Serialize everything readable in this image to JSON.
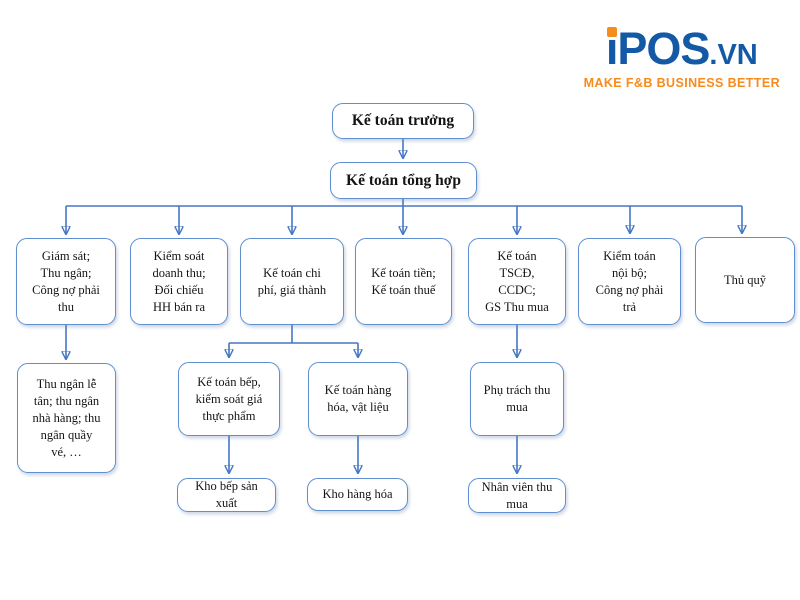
{
  "logo": {
    "i_char": "ı",
    "main": "POS",
    "suffix": ".vn",
    "tagline": "MAKE F&B BUSINESS BETTER",
    "brand_blue": "#1359A6",
    "brand_orange": "#F68B1E"
  },
  "diagram": {
    "type": "org-chart",
    "box_border_color": "#5E8FD1",
    "connector_color": "#4577C6",
    "text_color": "#141414"
  },
  "nodes": {
    "truong": {
      "label": "Kế toán trưởng"
    },
    "tonghop": {
      "label": "Kế toán tổng hợp"
    },
    "giamsat": {
      "label": "Giám sát;\nThu ngân;\nCông nợ phải\nthu"
    },
    "kiemsoat": {
      "label": "Kiểm soát\ndoanh thu;\nĐối chiếu\nHH bán ra"
    },
    "chiphi": {
      "label": "Kế toán chi\nphí, giá thành"
    },
    "tien": {
      "label": "Kế toán tiền;\nKế toán thuế"
    },
    "tscd": {
      "label": "Kế toán\nTSCĐ,\nCCDC;\nGS Thu mua"
    },
    "kiemtoan": {
      "label": "Kiểm toán\nnội bộ;\nCông nợ phải\ntrả"
    },
    "thuquy": {
      "label": "Thủ quỹ"
    },
    "thungan": {
      "label": "Thu ngân lễ\ntân; thu ngân\nnhà hàng; thu\nngân quầy\nvé, …"
    },
    "bep": {
      "label": "Kế toán bếp,\nkiểm soát giá\nthực phẩm"
    },
    "hanghoa": {
      "label": "Kế toán hàng\nhóa, vật liệu"
    },
    "phutrach": {
      "label": "Phụ trách thu\nmua"
    },
    "khobep": {
      "label": "Kho bếp sản\nxuất"
    },
    "khohang": {
      "label": "Kho hàng hóa"
    },
    "nhanvien": {
      "label": "Nhân viên thu\nmua"
    }
  },
  "edges": [
    [
      "truong",
      "tonghop"
    ],
    [
      "tonghop",
      "giamsat"
    ],
    [
      "tonghop",
      "kiemsoat"
    ],
    [
      "tonghop",
      "chiphi"
    ],
    [
      "tonghop",
      "tien"
    ],
    [
      "tonghop",
      "tscd"
    ],
    [
      "tonghop",
      "kiemtoan"
    ],
    [
      "tonghop",
      "thuquy"
    ],
    [
      "giamsat",
      "thungan"
    ],
    [
      "chiphi",
      "bep"
    ],
    [
      "chiphi",
      "hanghoa"
    ],
    [
      "tscd",
      "phutrach"
    ],
    [
      "bep",
      "khobep"
    ],
    [
      "hanghoa",
      "khohang"
    ],
    [
      "phutrach",
      "nhanvien"
    ]
  ]
}
